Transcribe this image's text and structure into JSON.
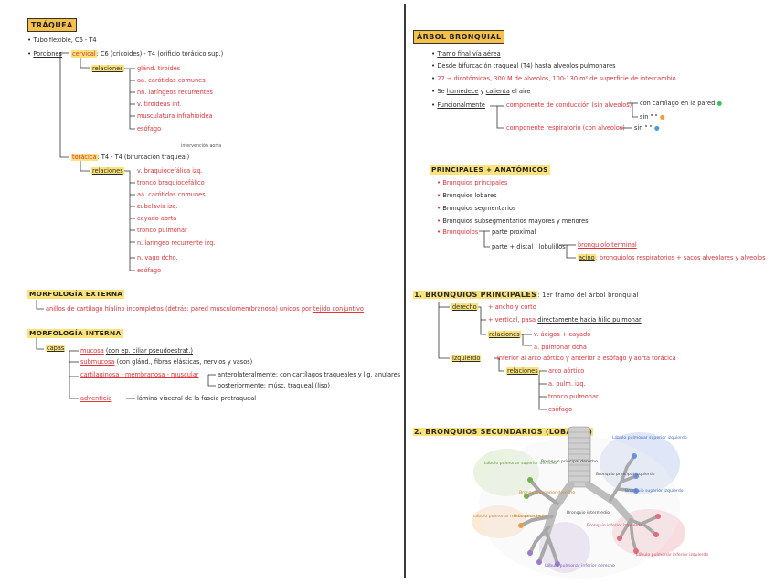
{
  "left": {
    "title": "TRÁQUEA",
    "bullet1": "Tubo flexible, C6 - T4",
    "porciones_label": "Porciones",
    "cervical": {
      "label": "cervical",
      "text": ": C6 (cricoides) - T4 (orificio torácico sup.)",
      "relaciones_label": "relaciones",
      "relaciones": [
        "glánd. tiroides",
        "aa. carótidas comunes",
        "nn. laríngeos recurrentes",
        "v. tiroideas inf.",
        "musculatura infrahioidea",
        "esófago"
      ]
    },
    "toracica": {
      "label": "torácica",
      "text": ": T4 - T4 (bifurcación traqueal)",
      "note": "intervención aorta",
      "relaciones_label": "relaciones",
      "relaciones": [
        "v. braquiocefálica izq.",
        "tronco braquiocefálico",
        "aa. carótidas comunes",
        "subclavia izq.",
        "cayado aorta",
        "tronco pulmonar",
        "n. laríngeo recurrente izq.",
        "n. vago dcho.",
        "esófago"
      ]
    },
    "morf_ext": {
      "title": "MORFOLOGÍA EXTERNA",
      "line_a": "anillos de cartílago hialino incompletos (detrás: pared musculomembranosa) unidos por",
      "line_b": "tejido conjuntivo"
    },
    "morf_int": {
      "title": "MORFOLOGÍA INTERNA",
      "capas_label": "capas",
      "mucosa_label": "mucosa",
      "mucosa_text": "(con ep. ciliar pseudoestrat.)",
      "submucosa_label": "submucosa",
      "submucosa_text": "(con glánd., fibras elásticas, nervios y vasos)",
      "cartilag_label": "cartilaginosa - membranosa - muscular",
      "cartilag_a": "anterolateralmente: con cartílagos traqueales y lig. anulares",
      "cartilag_b": "posteriormente: músc. traqueal (liso)",
      "adventicia_label": "adventicia",
      "adventicia_text": "lámina visceral de la fascia pretraqueal"
    }
  },
  "right": {
    "title": "ÁRBOL BRONQUIAL",
    "b1": "Tramo final vía aérea",
    "b2a": "Desde bifurcación traqueal (T4)",
    "b2b": "hasta alveolos pulmonares",
    "b3": "22 → dicotómicas, 300 M de alveolos, 100-130 m² de superficie de intercambio",
    "b4a": "Se",
    "b4b": "humedece",
    "b4c": "y",
    "b4d": "calienta",
    "b4e": "el aire",
    "func_label": "Funcionalmente",
    "func_cond": "componente de conducción (sin alveolos)",
    "func_cond_a": "con cartílago en la pared",
    "func_cond_b": "sin \"  \"",
    "func_resp": "componente respiratorio (con alveolos)",
    "func_resp_a": "sin \"  \"",
    "principales": {
      "title": "PRINCIPALES + ANATÓMICOS",
      "items": [
        "Bronquios principales",
        "Bronquios lobares",
        "Bronquios segmentarios",
        "Bronquios subsegmentarios mayores y menores"
      ],
      "last_label": "Bronquiolos",
      "last_a": "parte proximal",
      "last_b": "parte + distal : lobulillos",
      "term": "bronquiolo terminal",
      "acino_label": "acino",
      "acino_text": ": bronquiolos respiratorios + sacos alveolares y alveolos"
    },
    "bp": {
      "title": "1. BRONQUIOS PRINCIPALES",
      "title_note": ": 1er tramo del árbol bronquial",
      "derecho_label": "derecho",
      "derecho_a": "+ ancho y corto",
      "derecho_b": "+ vertical, pasa directamente hacia hilio pulmonar",
      "der_rel_label": "relaciones",
      "der_rel": [
        "v. ácigos + cayado",
        "a. pulmonar dcha"
      ],
      "izq_label": "izquierdo",
      "izq_text": "inferior al arco aórtico y anterior a esófago y aorta torácica",
      "izq_rel_label": "relaciones",
      "izq_rel": [
        "arco aórtico",
        "a. pulm. izq.",
        "tronco pulmonar",
        "esófago"
      ]
    },
    "bs": {
      "title": "2. BRONQUIOS SECUNDARIOS (LOBARES)"
    },
    "figure": {
      "l_sup_izq": "Lóbulo pulmonar superior izquierdo",
      "l_sup_der": "Lóbulo pulmonar superior derecho",
      "l_med_der": "Lóbulo pulmonar medio derecho",
      "l_inf_der": "Lóbulo pulmonar inferior derecho",
      "l_inf_izq": "Lóbulo pulmonar inferior izquierdo",
      "bp_der": "Bronquio principal derecho",
      "bp_izq": "Bronquio principal izquierdo",
      "bs_der": "Bronquio segmentario",
      "bsup_izq": "Bronquio superior izquierdo",
      "bin_izq": "Bronquio inferior izquierdo",
      "bmed": "Bronquio medio",
      "bint": "Bronquio intermedio",
      "bsup_der": "Bronquio superior derecho",
      "binf_der": "Bronquio inferior derecho"
    }
  },
  "colors": {
    "accent_red": "#e0333a",
    "highlight": "#fbe37a",
    "title_bg": "#f6c14b",
    "green_dot": "#3cc15a",
    "orange_dot": "#f0a030",
    "blue_dot": "#4a9be0"
  }
}
